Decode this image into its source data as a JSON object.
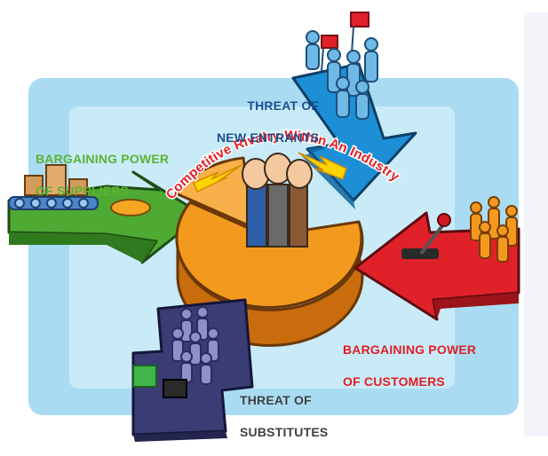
{
  "diagram": {
    "center": {
      "text": "Competitive Rivalry Within An Industry"
    },
    "forces": [
      {
        "id": "new-entrants",
        "lines": [
          "THREAT OF",
          "NEW ENTRANTS"
        ]
      },
      {
        "id": "suppliers",
        "lines": [
          "BARGAINING POWER",
          "OF SUPPLIERS"
        ]
      },
      {
        "id": "customers",
        "lines": [
          "BARGAINING POWER",
          "OF CUSTOMERS"
        ]
      },
      {
        "id": "substitutes",
        "lines": [
          "THREAT OF",
          "SUBSTITUTES"
        ]
      }
    ]
  },
  "colors": {
    "outer_panel": "#a9dcf3",
    "inner_panel": "#c9ebf8",
    "pie": "#f39a1e",
    "entrants_arrow": "#1d8fd6",
    "suppliers_arrow": "#4eaa33",
    "customers_arrow": "#e0212a",
    "substitutes_arrow": "#3a3c74",
    "center_text": "#e41e26",
    "spark": "#ffd400"
  },
  "icons": [
    "crowd-with-flags-icon",
    "boxes-on-conveyor-icon",
    "crowd-with-lever-icon",
    "people-and-chips-icon",
    "fists-icon",
    "lightning-icon"
  ]
}
